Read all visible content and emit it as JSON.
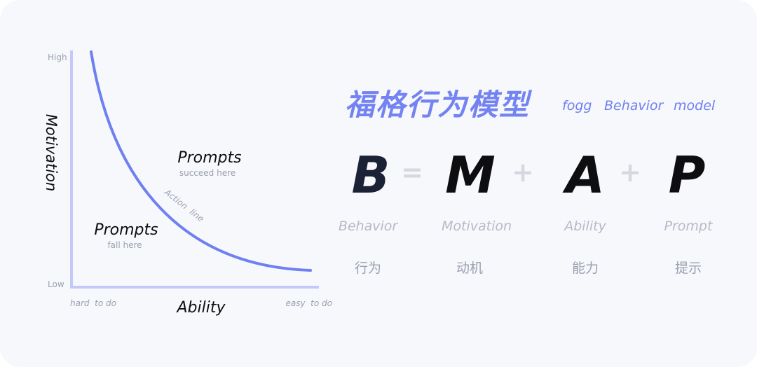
{
  "diagram": {
    "y_high_label": "High",
    "y_low_label": "Low",
    "y_axis_title": "Motivation",
    "x_axis_title": "Ability",
    "x_left_label": "hard  to do",
    "x_right_label": "easy  to do",
    "curve_label": "Action  line",
    "upper_region": {
      "title": "Prompts",
      "subtitle": "succeed here"
    },
    "lower_region": {
      "title": "Prompts",
      "subtitle": "fall here"
    }
  },
  "model": {
    "title_cn": "福格行为模型",
    "title_en": [
      "fogg",
      "Behavior",
      "model"
    ],
    "equals": "=",
    "plus": "+",
    "terms": [
      {
        "letter": "B",
        "en": "Behavior",
        "cn": "行为",
        "color": "#1b2236"
      },
      {
        "letter": "M",
        "en": "Motivation",
        "cn": "动机",
        "color": "#0e0e10"
      },
      {
        "letter": "A",
        "en": "Ability",
        "cn": "能力",
        "color": "#0e0e10"
      },
      {
        "letter": "P",
        "en": "Prompt",
        "cn": "提示",
        "color": "#0e0e10"
      }
    ]
  },
  "colors": {
    "accent": "#6f80f0",
    "axis": "#c3c8fb",
    "curve": "#6f80f0",
    "muted_text": "#9aa0b0"
  }
}
